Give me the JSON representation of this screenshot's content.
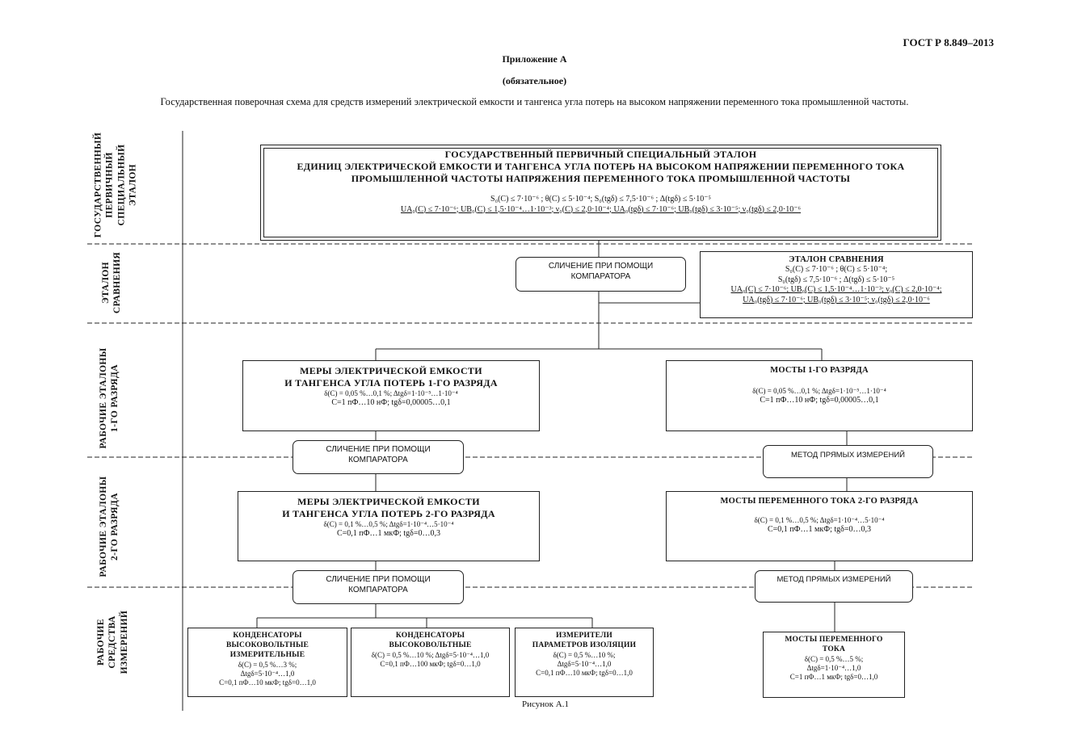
{
  "header": {
    "gost": "ГОСТ  Р 8.849–2013",
    "appendix_title": "Приложение А",
    "appendix_status": "(обязательное)",
    "scheme_title": "Государственная поверочная схема для средств измерений электрической емкости и тангенса угла потерь на высоком напряжении переменного тока промышленной частоты."
  },
  "row_labels": {
    "row1": [
      "ГОСУДАРСТВЕННЫЙ",
      "ПЕРВИЧНЫЙ",
      "СПЕЦИАЛЬНЫЙ",
      "ЭТАЛОН"
    ],
    "row2": [
      "ЭТАЛОН",
      "СРАВНЕНИЯ"
    ],
    "row3": [
      "РАБОЧИЕ ЭТАЛОНЫ",
      "1-ГО РАЗРЯДА"
    ],
    "row4": [
      "РАБОЧИЕ ЭТАЛОНЫ",
      "2-ГО РАЗРЯДА"
    ],
    "row5": [
      "РАБОЧИЕ",
      "СРЕДСТВА",
      "ИЗМЕРЕНИЙ"
    ]
  },
  "primary_standard": {
    "title": [
      "ГОСУДАРСТВЕННЫЙ ПЕРВИЧНЫЙ СПЕЦИАЛЬНЫЙ ЭТАЛОН",
      "ЕДИНИЦ ЭЛЕКТРИЧЕСКОЙ ЕМКОСТИ И ТАНГЕНСА УГЛА ПОТЕРЬ НА ВЫСОКОМ НАПРЯЖЕНИИ ПЕРЕМЕННОГО ТОКА",
      "ПРОМЫШЛЕННОЙ ЧАСТОТЫ НАПРЯЖЕНИЯ ПЕРЕМЕННОГО ТОКА ПРОМЫШЛЕННОЙ ЧАСТОТЫ"
    ],
    "line1": "S₀(C) ≤ 7·10⁻⁶ ; θ(C) ≤ 5·10⁻⁴; S₀(tgδ) ≤ 7,5·10⁻⁶ ; Δ(tgδ) ≤ 5·10⁻⁵",
    "line2": "UА₀(C) ≤ 7·10⁻⁶; UВ₀(C) ≤ 1,5·10⁻⁴…1·10⁻³; ν₀(C) ≤ 2,0·10⁻⁴; UА₀(tgδ) ≤ 7·10⁻⁶; UВ₀(tgδ) ≤ 3·10⁻⁵; ν₀(tgδ) ≤ 2,0·10⁻⁶"
  },
  "comparator_top": [
    "СЛИЧЕНИЕ ПРИ ПОМОЩИ",
    "КОМПАРАТОРА"
  ],
  "comparison_standard": {
    "title": "ЭТАЛОН СРАВНЕНИЯ",
    "lines": [
      "S₀(C) ≤ 7·10⁻⁶ ; θ(C) ≤ 5·10⁻⁴;",
      "S₀(tgδ) ≤ 7,5·10⁻⁶ ; Δ(tgδ) ≤ 5·10⁻⁵",
      "UА₀(C) ≤ 7·10⁻⁶; UВ₀(C) ≤ 1,5·10⁻⁴…1·10⁻³; ν₀(C) ≤ 2,0·10⁻⁴;",
      "UА₀(tgδ) ≤ 7·10⁻⁶; UВ₀(tgδ) ≤ 3·10⁻⁵; ν₀(tgδ) ≤ 2,0·10⁻⁶"
    ]
  },
  "measures_1": {
    "title": [
      "МЕРЫ ЭЛЕКТРИЧЕСКОЙ ЕМКОСТИ",
      "И ТАНГЕНСА УГЛА ПОТЕРЬ 1-ГО РАЗРЯДА"
    ],
    "lines": [
      "δ(C) = 0,05 %…0,1 %; Δtgδ=1·10⁻⁵…1·10⁻⁴",
      "С=1 пФ…10 нФ;  tgδ=0,00005…0,1"
    ]
  },
  "bridges_1": {
    "title": "МОСТЫ 1-ГО РАЗРЯДА",
    "lines": [
      "δ(C) = 0,05 %…0,1 %; Δtgδ=1·10⁻⁵…1·10⁻⁴",
      "С=1 пФ…10 нФ;  tgδ=0,00005…0,1"
    ]
  },
  "comparator_1": [
    "СЛИЧЕНИЕ ПРИ ПОМОЩИ",
    "КОМПАРАТОРА"
  ],
  "direct_1": "МЕТОД ПРЯМЫХ ИЗМЕРЕНИЙ",
  "measures_2": {
    "title": [
      "МЕРЫ ЭЛЕКТРИЧЕСКОЙ ЕМКОСТИ",
      "И ТАНГЕНСА УГЛА ПОТЕРЬ 2-ГО РАЗРЯДА"
    ],
    "lines": [
      "δ(C) = 0,1 %…0,5 %; Δtgδ=1·10⁻⁴…5·10⁻⁴",
      "С=0,1 пФ…1 мкФ;  tgδ=0…0,3"
    ]
  },
  "bridges_2": {
    "title": "МОСТЫ ПЕРЕМЕННОГО ТОКА 2-ГО РАЗРЯДА",
    "lines": [
      "δ(C) = 0,1 %…0,5 %; Δtgδ=1·10⁻⁴…5·10⁻⁴",
      "С=0,1 пФ…1 мкФ;  tgδ=0…0,3"
    ]
  },
  "comparator_2": [
    "СЛИЧЕНИЕ ПРИ ПОМОЩИ",
    "КОМПАРАТОРА"
  ],
  "direct_2": "МЕТОД ПРЯМЫХ ИЗМЕРЕНИЙ",
  "instruments": [
    {
      "title": [
        "КОНДЕНСАТОРЫ",
        "ВЫСОКОВОЛЬТНЫЕ",
        "ИЗМЕРИТЕЛЬНЫЕ"
      ],
      "lines": [
        "δ(C) = 0,5 %…3 %;",
        "Δtgδ=5·10⁻⁴…1,0",
        "С=0,1 пФ…10 мкФ; tgδ=0…1,0"
      ]
    },
    {
      "title": [
        "КОНДЕНСАТОРЫ",
        "ВЫСОКОВОЛЬТНЫЕ"
      ],
      "lines": [
        "δ(C) = 0,5 %…10 %; Δtgδ=5·10⁻⁴…1,0",
        "С=0,1 пФ…100 мкФ; tgδ=0…1,0"
      ]
    },
    {
      "title": [
        "ИЗМЕРИТЕЛИ",
        "ПАРАМЕТРОВ ИЗОЛЯЦИИ"
      ],
      "lines": [
        "δ(C) = 0,5 %…10 %;",
        "Δtgδ=5·10⁻⁴…1,0",
        "С=0,1 пФ…10 мкФ;  tgδ=0…1,0"
      ]
    },
    {
      "title": [
        "МОСТЫ ПЕРЕМЕННОГО",
        "ТОКА"
      ],
      "lines": [
        "δ(C) = 0,5 %…5 %;",
        "Δtgδ=1·10⁻⁴…1,0",
        "С=1 пФ…1 мкФ;  tgδ=0…1,0"
      ]
    }
  ],
  "figure_caption": "Рисунок А.1"
}
